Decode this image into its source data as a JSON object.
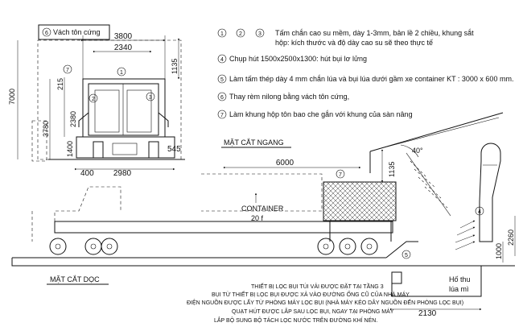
{
  "detail_box": {
    "label": "Vách tôn cứng",
    "number": "6"
  },
  "front_view": {
    "dims": {
      "top_outer": "3800",
      "top_inner": "2340",
      "right_top": "1135",
      "left_total": "7000",
      "left_215": "215",
      "left_2380": "2380",
      "left_3780": "3780",
      "left_1400": "1400",
      "bottom_400": "400",
      "bottom_2980": "2980",
      "right_545": "545"
    },
    "markers": [
      "1",
      "2",
      "3",
      "7"
    ]
  },
  "legend": [
    {
      "marker": "1 2 3",
      "text": "Tấm chắn cao su mềm, dày 1-3mm, bản lề 2 chiều, khung sắt",
      "text2": "hộp: kích thước và độ dày cao su sẽ theo thực tế"
    },
    {
      "marker": "4",
      "text": "Chụp hút 1500x2500x1300: hút bụi lơ lửng"
    },
    {
      "marker": "5",
      "text": "Làm tấm thép dày 4 mm chắn lúa và bụi lúa dưới gầm xe container KT : 3000 x 600 mm."
    },
    {
      "marker": "6",
      "text": "Thay rèm nilong bằng vách tôn cứng,"
    },
    {
      "marker": "7",
      "text": "Làm khung hộp tôn bao che gắn với khung của sàn nâng"
    }
  ],
  "side_view": {
    "section_ngang": "MẶT CẮT NGANG",
    "section_doc": "MẶT CẮT DỌC",
    "container_label": "CONTAINER",
    "container_size": "20 f",
    "dim_6000": "6000",
    "dim_1135": "1135",
    "angle": "40°",
    "dim_2260": "2260",
    "dim_1000": "1000",
    "dim_2130": "2130",
    "pit_label_1": "Hố thu",
    "pit_label_2": "lúa mì",
    "markers": [
      "7",
      "4",
      "5"
    ]
  },
  "notes": [
    "THIẾT BỊ LỌC BỤI TÚI VẢI ĐƯỢC ĐẶT TẠI TẦNG 3",
    "BỤI TỪ THIẾT BỊ LỌC BỤI ĐƯỢC XẢ VÀO ĐƯỜNG ỐNG CŨ CỦA NHÀ MÁY",
    "ĐIỆN NGUỒN ĐƯỢC LẤY TỪ PHÒNG MÁY LỌC BỤI (NHÀ MÁY KÉO DÂY NGUỒN ĐẾN PHÒNG LỌC BỤI)",
    "QUẠT HÚT ĐƯỢC LẮP SAU LỌC BỤI, NGAY TẠI PHÒNG MÁY",
    "LẮP BỘ SUNG BỘ TÁCH LỌC NƯỚC TRÊN ĐƯỜNG KHÍ NÉN."
  ]
}
